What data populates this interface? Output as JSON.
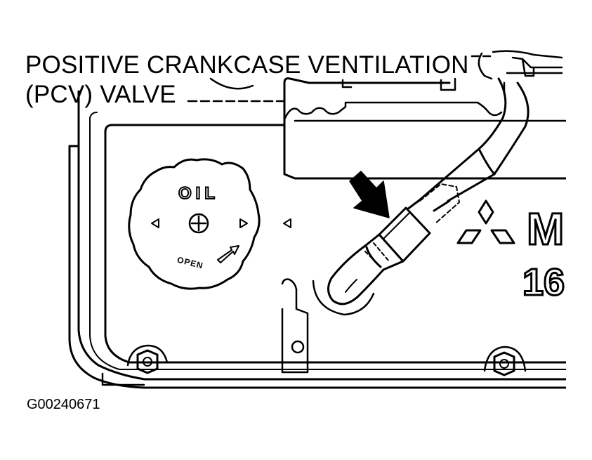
{
  "callout": {
    "line1": "POSITIVE CRANKCASE VENTILATION",
    "line2": "(PCV) VALVE"
  },
  "oil_cap": {
    "label": "OIL",
    "open_label": "OPEN"
  },
  "engine_marking": {
    "letter": "M",
    "number": "16"
  },
  "figure_id": "G00240671",
  "colors": {
    "ink": "#000000",
    "paper": "#ffffff"
  }
}
